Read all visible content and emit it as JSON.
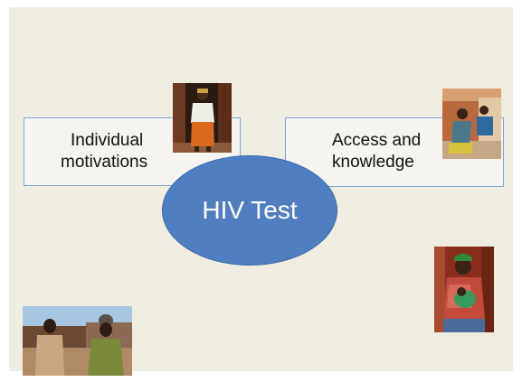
{
  "diagram": {
    "left_box": {
      "line1": "Individual",
      "line2": "motivations"
    },
    "right_box": {
      "line1": "Access and",
      "line2": "knowledge"
    },
    "center_label": "HIV Test",
    "colors": {
      "slide_background": "#efece2",
      "box_fill": "#f5f4f0",
      "box_border": "#7ea6d6",
      "ellipse_fill": "#4f7fc0",
      "ellipse_text": "#ffffff"
    }
  },
  "photos": [
    {
      "name": "woman-standing-photo"
    },
    {
      "name": "women-seated-photo"
    },
    {
      "name": "woman-with-child-photo"
    },
    {
      "name": "couple-photo"
    }
  ]
}
